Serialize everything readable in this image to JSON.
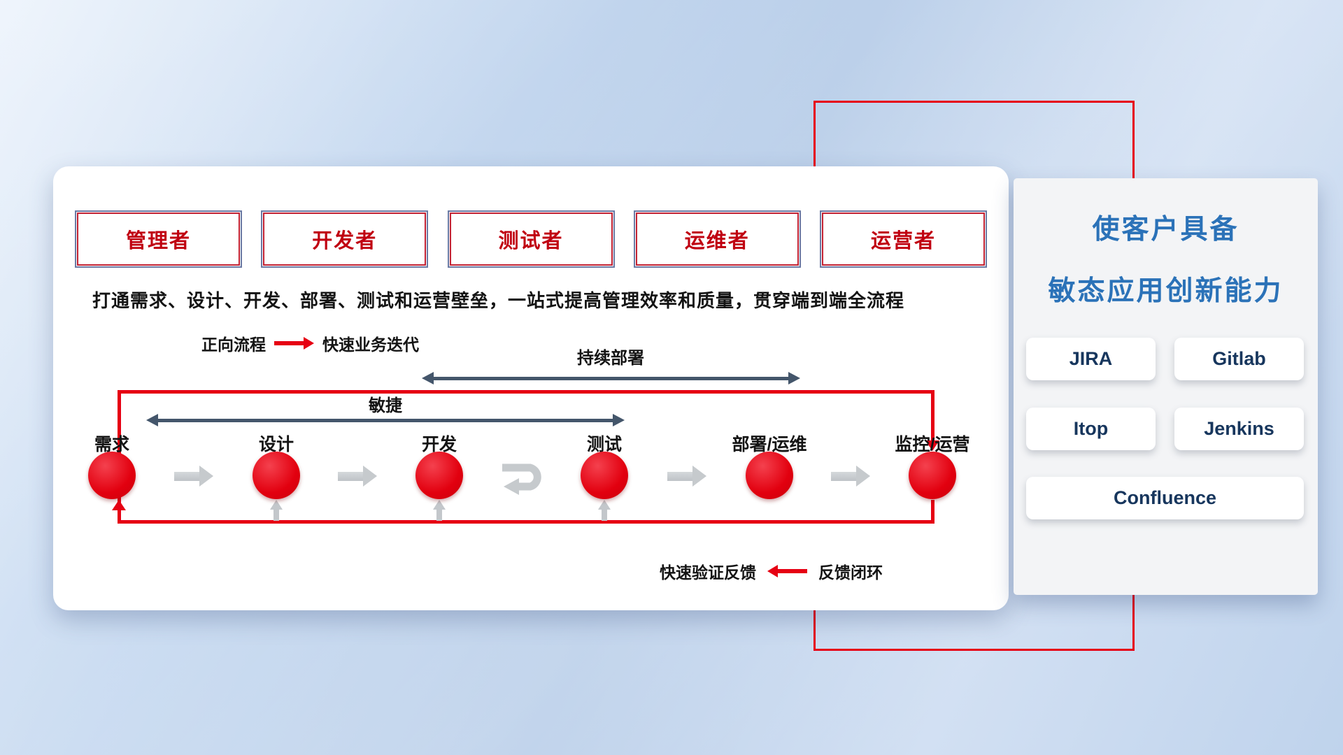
{
  "roles": [
    {
      "label": "管理者"
    },
    {
      "label": "开发者"
    },
    {
      "label": "测试者"
    },
    {
      "label": "运维者"
    },
    {
      "label": "运营者"
    }
  ],
  "description": "打通需求、设计、开发、部署、测试和运营壁垒，一站式提高管理效率和质量，贯穿端到端全流程",
  "legend": {
    "forward_label": "正向流程",
    "forward_value": "快速业务迭代",
    "feedback_label": "快速验证反馈",
    "feedback_value": "反馈闭环"
  },
  "spans": {
    "continuous_deployment": "持续部署",
    "agile": "敏捷"
  },
  "stages": [
    {
      "label": "需求"
    },
    {
      "label": "设计"
    },
    {
      "label": "开发"
    },
    {
      "label": "测试"
    },
    {
      "label": "部署/运维"
    },
    {
      "label": "监控/运营"
    }
  ],
  "right_panel": {
    "title_line1": "使客户具备",
    "title_line2": "敏态应用创新能力",
    "tools": [
      {
        "label": "JIRA"
      },
      {
        "label": "Gitlab"
      },
      {
        "label": "Itop"
      },
      {
        "label": "Jenkins"
      },
      {
        "label": "Confluence"
      }
    ]
  },
  "colors": {
    "red": "#e60013",
    "role_text": "#c00011",
    "title_blue": "#2b72b8",
    "tool_text": "#17365d",
    "span_arrow": "#44566b",
    "gray_arrow": "#c6cacd"
  }
}
